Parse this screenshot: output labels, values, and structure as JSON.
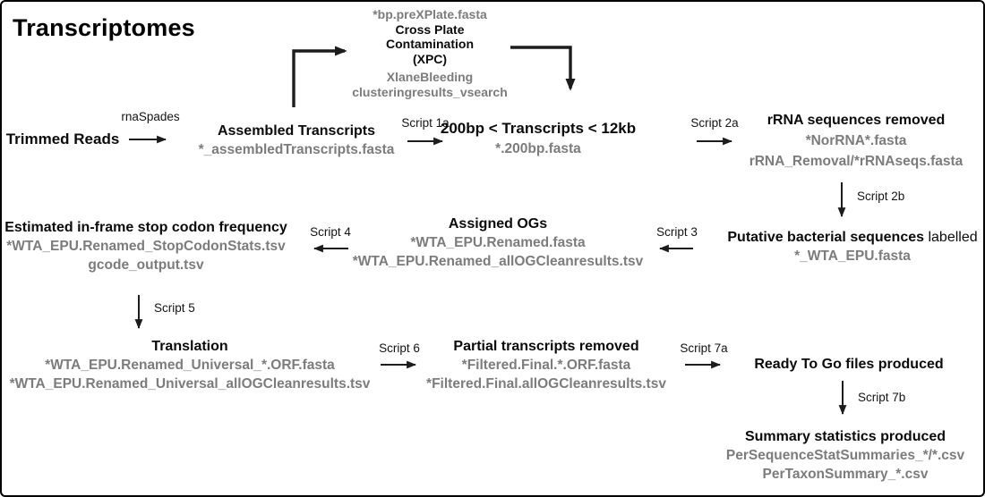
{
  "title": "Transcriptomes",
  "colors": {
    "text": "#0b0b0b",
    "filename_gray": "#7c7c7c",
    "arrow": "#1c1c1c"
  },
  "nodes": {
    "trimmed_reads": {
      "title": "Trimmed Reads"
    },
    "xpc": {
      "file_top": "*bp.preXPlate.fasta",
      "line1": "Cross Plate",
      "line2": "Contamination",
      "line3": "(XPC)",
      "file1": "XlaneBleeding",
      "file2": "clusteringresults_vsearch"
    },
    "assembled": {
      "title": "Assembled Transcripts",
      "file1": "*_assembledTranscripts.fasta"
    },
    "size_filter": {
      "title": "200bp < Transcripts < 12kb",
      "file1": "*.200bp.fasta"
    },
    "rrna_removed": {
      "title": "rRNA sequences removed",
      "file1": "*NorRNA*.fasta",
      "file2": "rRNA_Removal/*rRNAseqs.fasta"
    },
    "putative_bacterial": {
      "title_bold": "Putative bacterial sequences",
      "title_tail": " labelled",
      "file1": "*_WTA_EPU.fasta"
    },
    "assigned_ogs": {
      "title": "Assigned OGs",
      "file1": "*WTA_EPU.Renamed.fasta",
      "file2": "*WTA_EPU.Renamed_allOGCleanresults.tsv"
    },
    "stop_codon": {
      "title": "Estimated in-frame stop codon frequency",
      "file1": "*WTA_EPU.Renamed_StopCodonStats.tsv",
      "file2": "gcode_output.tsv"
    },
    "translation": {
      "title": "Translation",
      "file1": "*WTA_EPU.Renamed_Universal_*.ORF.fasta",
      "file2": "*WTA_EPU.Renamed_Universal_allOGCleanresults.tsv"
    },
    "partial_removed": {
      "title": "Partial transcripts removed",
      "file1": "*Filtered.Final.*.ORF.fasta",
      "file2": "*Filtered.Final.allOGCleanresults.tsv"
    },
    "ready_to_go": {
      "title": "Ready To Go files produced"
    },
    "summary_stats": {
      "title": "Summary statistics produced",
      "file1": "PerSequenceStatSummaries_*/*.csv",
      "file2": "PerTaxonSummary_*.csv"
    }
  },
  "edge_labels": {
    "rnaspades": "rnaSpades",
    "script_1a": "Script 1a",
    "script_2a": "Script 2a",
    "script_2b": "Script 2b",
    "script_3": "Script 3",
    "script_4": "Script 4",
    "script_5": "Script 5",
    "script_6": "Script 6",
    "script_7a": "Script 7a",
    "script_7b": "Script 7b"
  }
}
